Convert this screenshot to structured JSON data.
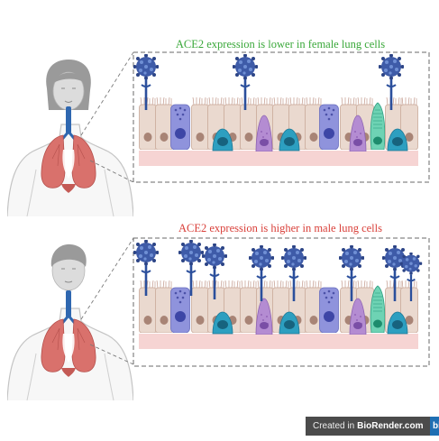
{
  "colors": {
    "female_title": "#3aa83a",
    "male_title": "#d9403a",
    "lung": "#d9716c",
    "body_outline": "#c4c4c4",
    "trachea": "#2f67b0",
    "cell": "#ead9cf",
    "basement": "#f6d4d3",
    "virus": "#3e5ba8",
    "receptor": "#2b4f9c"
  },
  "panels": [
    {
      "id": "female",
      "title": "ACE2 expression is lower in female lung cells",
      "receptor_count": 3
    },
    {
      "id": "male",
      "title": "ACE2 expression is higher in male lung cells",
      "receptor_count": 8
    }
  ],
  "badge": {
    "prefix": "Created in",
    "brand": "BioRender.com",
    "logo": "bio"
  }
}
